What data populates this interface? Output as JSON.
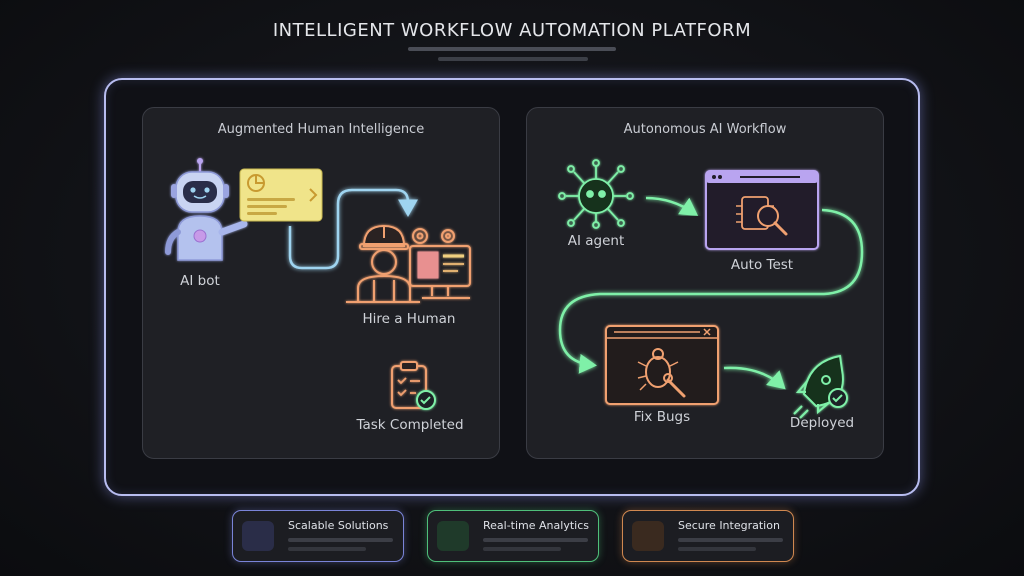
{
  "header": {
    "title": "INTELLIGENT WORKFLOW AUTOMATION PLATFORM"
  },
  "left_panel": {
    "title": "Augmented Human Intelligence",
    "nodes": {
      "ai_bot": "AI bot",
      "hire_human": "Hire a Human",
      "task_completed": "Task Completed"
    }
  },
  "right_panel": {
    "title": "Autonomous AI Workflow",
    "nodes": {
      "ai_agent": "AI agent",
      "auto_test": "Auto Test",
      "fix_bugs": "Fix Bugs",
      "deployed": "Deployed"
    }
  },
  "features": [
    {
      "label": "Scalable Solutions",
      "icon": "trend-up-icon",
      "color": "#8a94e8"
    },
    {
      "label": "Real-time Analytics",
      "icon": "bar-chart-icon",
      "color": "#5fcf8a"
    },
    {
      "label": "Secure Integration",
      "icon": "shield-lock-icon",
      "color": "#e29a5c"
    }
  ],
  "colors": {
    "frame": "#b8bdf0",
    "blue_flow": "#9fd4f0",
    "green_flow": "#7ff0a8",
    "orange": "#f0a070",
    "purple": "#b9a4f0",
    "yellow_card": "#f0e48a"
  }
}
